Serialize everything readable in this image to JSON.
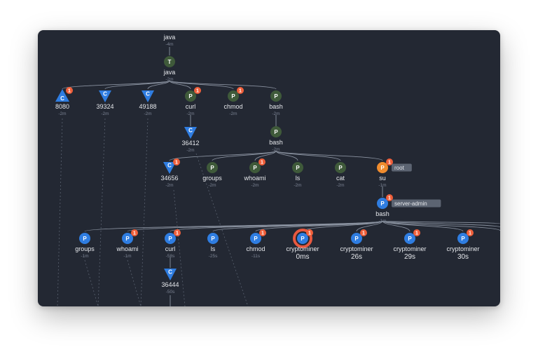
{
  "colors": {
    "canvas": "#232833",
    "proc_dark": "#3f5a3a",
    "proc_blue": "#2f7de1",
    "proc_orange": "#f08c2e",
    "conn_blue": "#2f7de1",
    "badge": "#f05f3a",
    "tag_bg": "#5c6472"
  },
  "graph": {
    "root": {
      "name": "java",
      "time": "-4m",
      "glyph": "T",
      "icon": "thread-icon"
    },
    "level1_parent": {
      "name": "java",
      "time": "-2m"
    },
    "level1": [
      {
        "key": "c8080",
        "kind": "conn-up",
        "glyph": "C",
        "name": "8080",
        "time": "-2m",
        "badge": "1"
      },
      {
        "key": "c39324",
        "kind": "conn-down",
        "glyph": "C",
        "name": "39324",
        "time": "-2m",
        "badge": ""
      },
      {
        "key": "c49188",
        "kind": "conn-down",
        "glyph": "C",
        "name": "49188",
        "time": "-2m",
        "badge": ""
      },
      {
        "key": "curl1",
        "kind": "proc-dark",
        "glyph": "P",
        "name": "curl",
        "time": "-2m",
        "badge": "1"
      },
      {
        "key": "chmod1",
        "kind": "proc-dark",
        "glyph": "P",
        "name": "chmod",
        "time": "-2m",
        "badge": "1"
      },
      {
        "key": "bash1",
        "kind": "proc-dark",
        "glyph": "P",
        "name": "bash",
        "time": "-2m",
        "badge": ""
      }
    ],
    "curl_child": {
      "glyph": "C",
      "name": "36412",
      "time": "-2m"
    },
    "bash_child": {
      "glyph": "P",
      "name": "bash",
      "time": "-2m"
    },
    "level2": [
      {
        "key": "c34656",
        "kind": "conn-down",
        "glyph": "C",
        "name": "34656",
        "time": "-2m",
        "badge": "1"
      },
      {
        "key": "groups2",
        "kind": "proc-dark",
        "glyph": "P",
        "name": "groups",
        "time": "-2m",
        "badge": ""
      },
      {
        "key": "whoami2",
        "kind": "proc-dark",
        "glyph": "P",
        "name": "whoami",
        "time": "-2m",
        "badge": "1"
      },
      {
        "key": "ls2",
        "kind": "proc-dark",
        "glyph": "P",
        "name": "ls",
        "time": "-2m",
        "badge": ""
      },
      {
        "key": "cat2",
        "kind": "proc-dark",
        "glyph": "P",
        "name": "cat",
        "time": "-2m",
        "badge": ""
      },
      {
        "key": "su2",
        "kind": "proc-orange",
        "glyph": "P",
        "name": "su",
        "time": "-1m",
        "badge": "1",
        "tag": "root"
      }
    ],
    "su_child": {
      "glyph": "P",
      "name": "bash",
      "time": "-1m",
      "badge": "1",
      "tag": "server-admin"
    },
    "level3": [
      {
        "key": "groups3",
        "kind": "proc-blue",
        "glyph": "P",
        "name": "groups",
        "time": "-1m",
        "badge": ""
      },
      {
        "key": "whoami3",
        "kind": "proc-blue",
        "glyph": "P",
        "name": "whoami",
        "time": "-1m",
        "badge": "1"
      },
      {
        "key": "curl3",
        "kind": "proc-blue",
        "glyph": "P",
        "name": "curl",
        "time": "-58s",
        "badge": "1"
      },
      {
        "key": "ls3",
        "kind": "proc-blue",
        "glyph": "P",
        "name": "ls",
        "time": "-25s",
        "badge": ""
      },
      {
        "key": "chmod3",
        "kind": "proc-blue",
        "glyph": "P",
        "name": "chmod",
        "time": "-11s",
        "badge": "1"
      },
      {
        "key": "cm0",
        "kind": "proc-blue-hl",
        "glyph": "P",
        "name": "cryptominer",
        "time": "0ms",
        "badge": "1"
      },
      {
        "key": "cm26",
        "kind": "proc-blue",
        "glyph": "P",
        "name": "cryptominer",
        "time": "26s",
        "badge": "1"
      },
      {
        "key": "cm29",
        "kind": "proc-blue",
        "glyph": "P",
        "name": "cryptominer",
        "time": "29s",
        "badge": "1"
      },
      {
        "key": "cm30",
        "kind": "proc-blue",
        "glyph": "P",
        "name": "cryptominer",
        "time": "30s",
        "badge": "1"
      }
    ],
    "curl3_child": {
      "glyph": "C",
      "name": "36444",
      "time": "-50s"
    }
  }
}
